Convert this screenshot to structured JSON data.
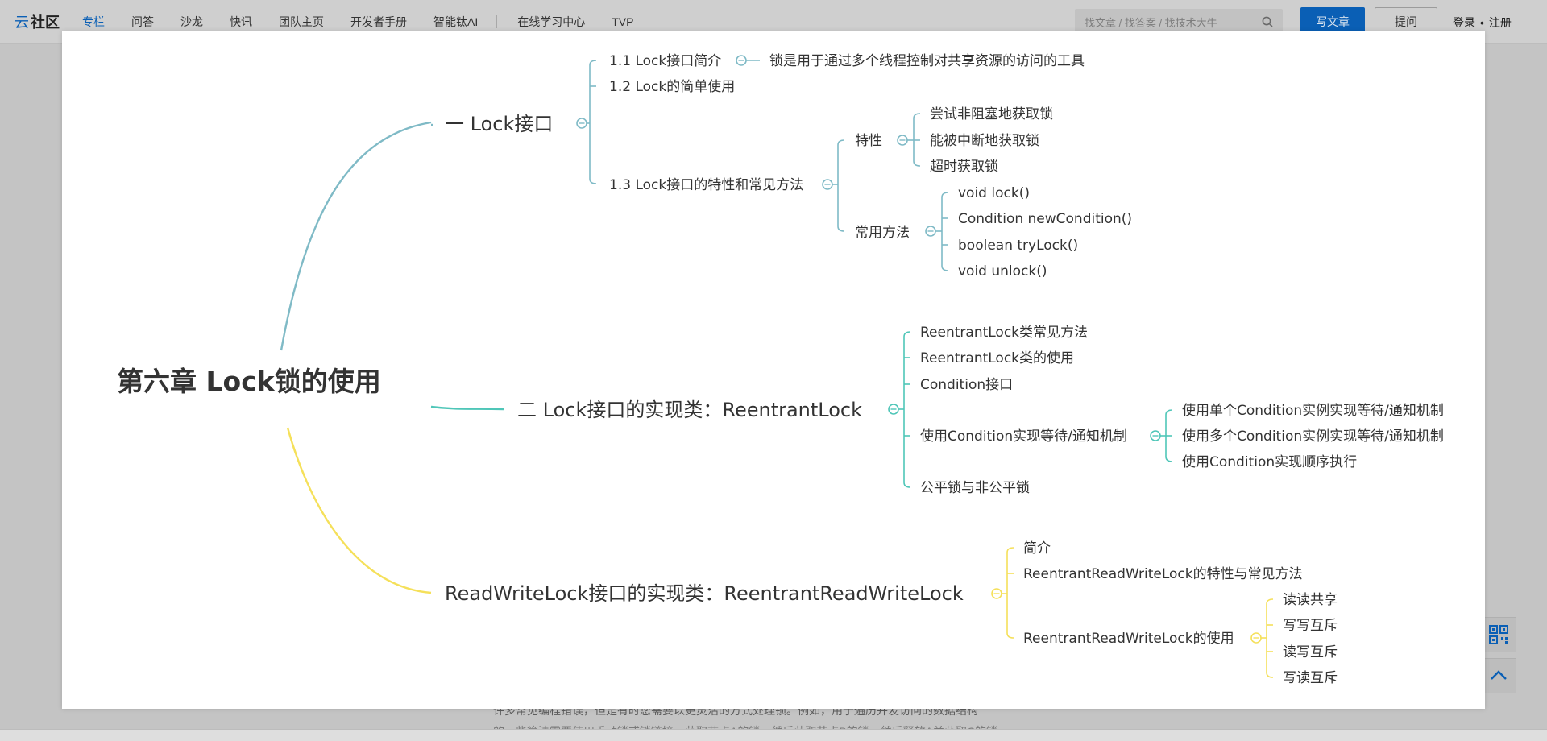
{
  "header": {
    "logo": "社区",
    "nav": [
      "专栏",
      "问答",
      "沙龙",
      "快讯",
      "团队主页",
      "开发者手册",
      "智能钛AI"
    ],
    "nav_secondary": [
      "在线学习中心",
      "TVP"
    ],
    "search_placeholder": "找文章 / 找答案 / 找技术大牛",
    "write_button": "写文章",
    "ask_button": "提问",
    "login": "登录",
    "register": "注册"
  },
  "article": {
    "line1": "许多常见编程错误，但是有时您需要以更灵活的方式处理锁。例如，用于遍历并发访问的数据结构",
    "line2": "的一些算法需要使用手动锁或锁链接，获取节点A的锁，然后获取节点B的锁，然后释放A并获取C的锁"
  },
  "mindmap": {
    "root": "第六章 Lock锁的使用",
    "colors": {
      "branch1": "#7fbac6",
      "branch2": "#4fc6b8",
      "branch3": "#f5e05a",
      "text": "#333333"
    },
    "branches": [
      {
        "label": "一 Lock接口",
        "children": [
          {
            "label": "1.1 Lock接口简介",
            "children": [
              {
                "label": "锁是用于通过多个线程控制对共享资源的访问的工具"
              }
            ]
          },
          {
            "label": "1.2 Lock的简单使用"
          },
          {
            "label": "1.3 Lock接口的特性和常见方法",
            "children": [
              {
                "label": "特性",
                "children": [
                  {
                    "label": "尝试非阻塞地获取锁"
                  },
                  {
                    "label": "能被中断地获取锁"
                  },
                  {
                    "label": "超时获取锁"
                  }
                ]
              },
              {
                "label": "常用方法",
                "children": [
                  {
                    "label": "void lock()"
                  },
                  {
                    "label": "Condition newCondition()"
                  },
                  {
                    "label": "boolean tryLock()"
                  },
                  {
                    "label": "void unlock()"
                  }
                ]
              }
            ]
          }
        ]
      },
      {
        "label": "二 Lock接口的实现类：ReentrantLock",
        "children": [
          {
            "label": "ReentrantLock类常见方法"
          },
          {
            "label": "ReentrantLock类的使用"
          },
          {
            "label": "Condition接口"
          },
          {
            "label": "使用Condition实现等待/通知机制",
            "children": [
              {
                "label": "使用单个Condition实例实现等待/通知机制"
              },
              {
                "label": "使用多个Condition实例实现等待/通知机制"
              },
              {
                "label": "使用Condition实现顺序执行"
              }
            ]
          },
          {
            "label": "公平锁与非公平锁"
          }
        ]
      },
      {
        "label": "ReadWriteLock接口的实现类：ReentrantReadWriteLock",
        "children": [
          {
            "label": "简介"
          },
          {
            "label": "ReentrantReadWriteLock的特性与常见方法"
          },
          {
            "label": "ReentrantReadWriteLock的使用",
            "children": [
              {
                "label": "读读共享"
              },
              {
                "label": "写写互斥"
              },
              {
                "label": "读写互斥"
              },
              {
                "label": "写读互斥"
              }
            ]
          }
        ]
      }
    ]
  }
}
